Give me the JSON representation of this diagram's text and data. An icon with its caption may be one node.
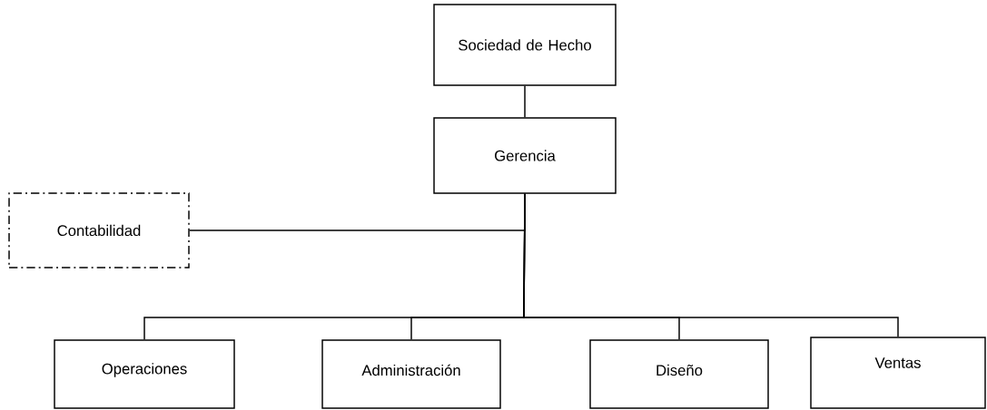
{
  "diagram": {
    "nodes": [
      {
        "text": [
          "Sociedad de Hecho"
        ]
      },
      {
        "text": [
          "Gerencia"
        ]
      },
      {
        "text": [
          "Contabilidad"
        ]
      },
      {
        "text": [
          "Operaciones"
        ]
      },
      {
        "text": [
          "Administración"
        ]
      },
      {
        "text": [
          "Diseño"
        ]
      },
      {
        "text": [
          "Ventas"
        ]
      }
    ],
    "edges": [
      {
        "from": 0,
        "to": 1,
        "arrow": "none"
      },
      {
        "from": 1,
        "to": 2,
        "arrow": "none"
      },
      {
        "from": 1,
        "to": 3,
        "arrow": "none"
      },
      {
        "from": 1,
        "to": 4,
        "arrow": "none"
      },
      {
        "from": 1,
        "to": 5,
        "arrow": "none"
      },
      {
        "from": 1,
        "to": 6,
        "arrow": "none"
      }
    ]
  }
}
